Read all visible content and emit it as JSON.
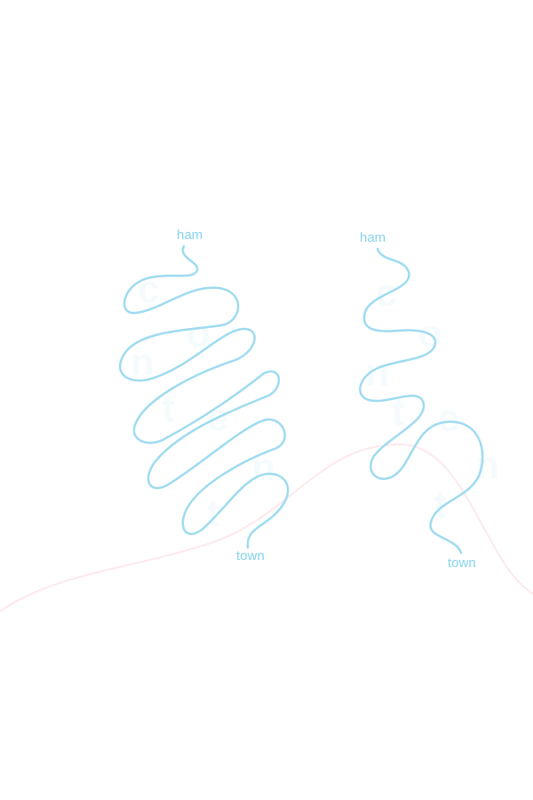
{
  "colors": {
    "route_stroke": "#9edbf0",
    "label_text": "#86d3ec",
    "background_wave": "#fde8ec",
    "ghost_letters": "#a6e0f2"
  },
  "diagrams": [
    {
      "start_label": "ham",
      "end_label": "town",
      "ghost_letters": [
        "c",
        "o",
        "n",
        "t",
        "e",
        "n",
        "t"
      ]
    },
    {
      "start_label": "ham",
      "end_label": "town",
      "ghost_letters": [
        "c",
        "o",
        "n",
        "t",
        "e",
        "n",
        "t"
      ]
    }
  ]
}
